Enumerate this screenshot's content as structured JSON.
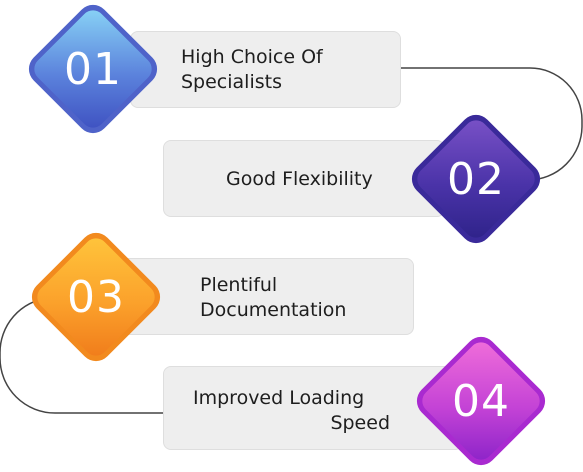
{
  "steps": [
    {
      "number": "01",
      "line1": "High Choice Of",
      "line2": "Specialists",
      "colors": {
        "outer": "#4f63c9",
        "inner_from": "#7fd0f5",
        "inner_to": "#3d4fc0"
      }
    },
    {
      "number": "02",
      "line1": "Good Flexibility",
      "line2": "",
      "colors": {
        "outer": "#3a2a9a",
        "inner_from": "#7b52c8",
        "inner_to": "#2d2288"
      }
    },
    {
      "number": "03",
      "line1": "Plentiful",
      "line2": "Documentation",
      "colors": {
        "outer": "#f28a1e",
        "inner_from": "#ffc23a",
        "inner_to": "#f07a1a"
      }
    },
    {
      "number": "04",
      "line1": "Improved Loading",
      "line2": "Speed",
      "colors": {
        "outer": "#a92ad0",
        "inner_from": "#f06bd8",
        "inner_to": "#8a22c8"
      }
    }
  ],
  "connector_color": "#444444"
}
